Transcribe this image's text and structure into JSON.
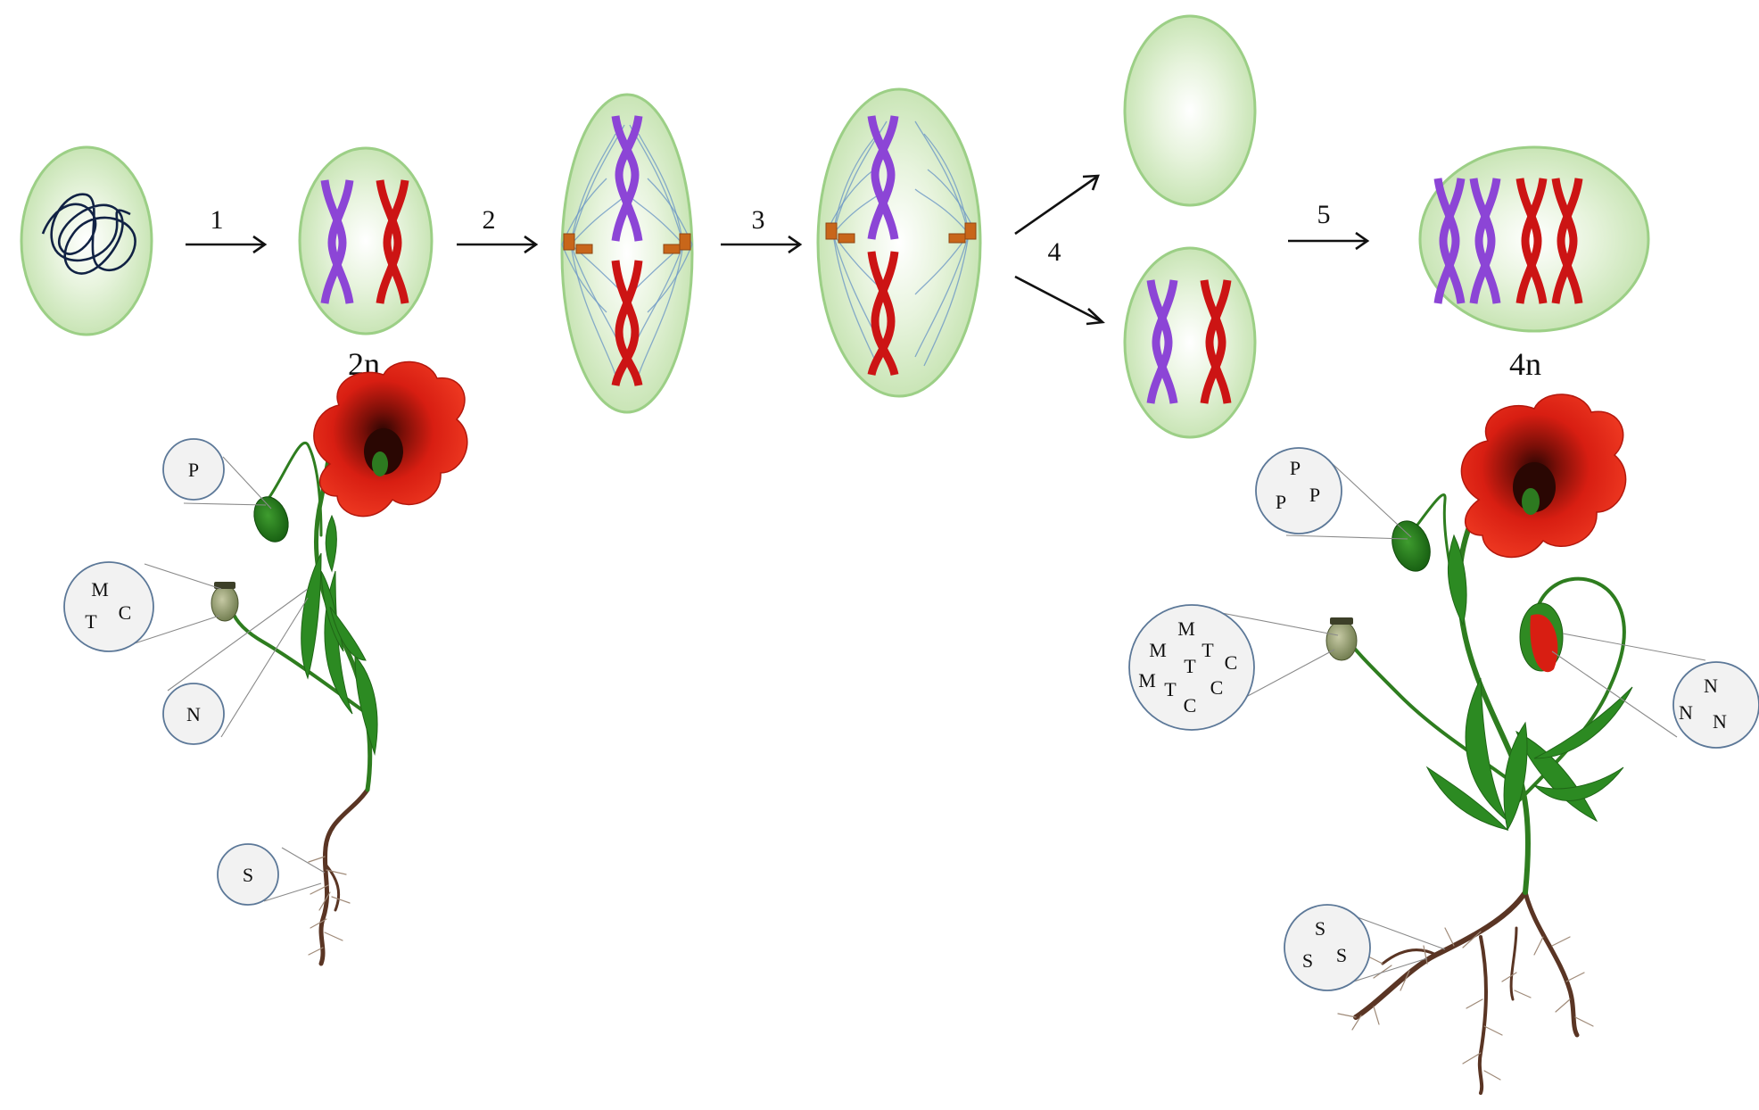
{
  "steps": {
    "s1": "1",
    "s2": "2",
    "s3": "3",
    "s4": "4",
    "s5": "5"
  },
  "ploidy": {
    "diploid": "2n",
    "tetraploid": "4n"
  },
  "left_plant": {
    "p": [
      "P"
    ],
    "mtc": [
      "M",
      "C",
      "T"
    ],
    "n": [
      "N"
    ],
    "s": [
      "S"
    ]
  },
  "right_plant": {
    "p": [
      "P",
      "P",
      "P"
    ],
    "mtc": [
      "M",
      "M",
      "T",
      "C",
      "M",
      "T",
      "C",
      "T",
      "C"
    ],
    "n": [
      "N",
      "N",
      "N"
    ],
    "s": [
      "S",
      "S",
      "S"
    ]
  },
  "colors": {
    "cell_fill": "#cfe8bf",
    "cell_stroke": "#9ccf86",
    "chromosome_purple": "#8c45d6",
    "chromosome_red": "#cc1414",
    "centromere": "#c8661a",
    "petal": "#d81e12",
    "petal_center": "#3a0a05",
    "stem": "#2e7d1f",
    "root": "#5a3524"
  }
}
